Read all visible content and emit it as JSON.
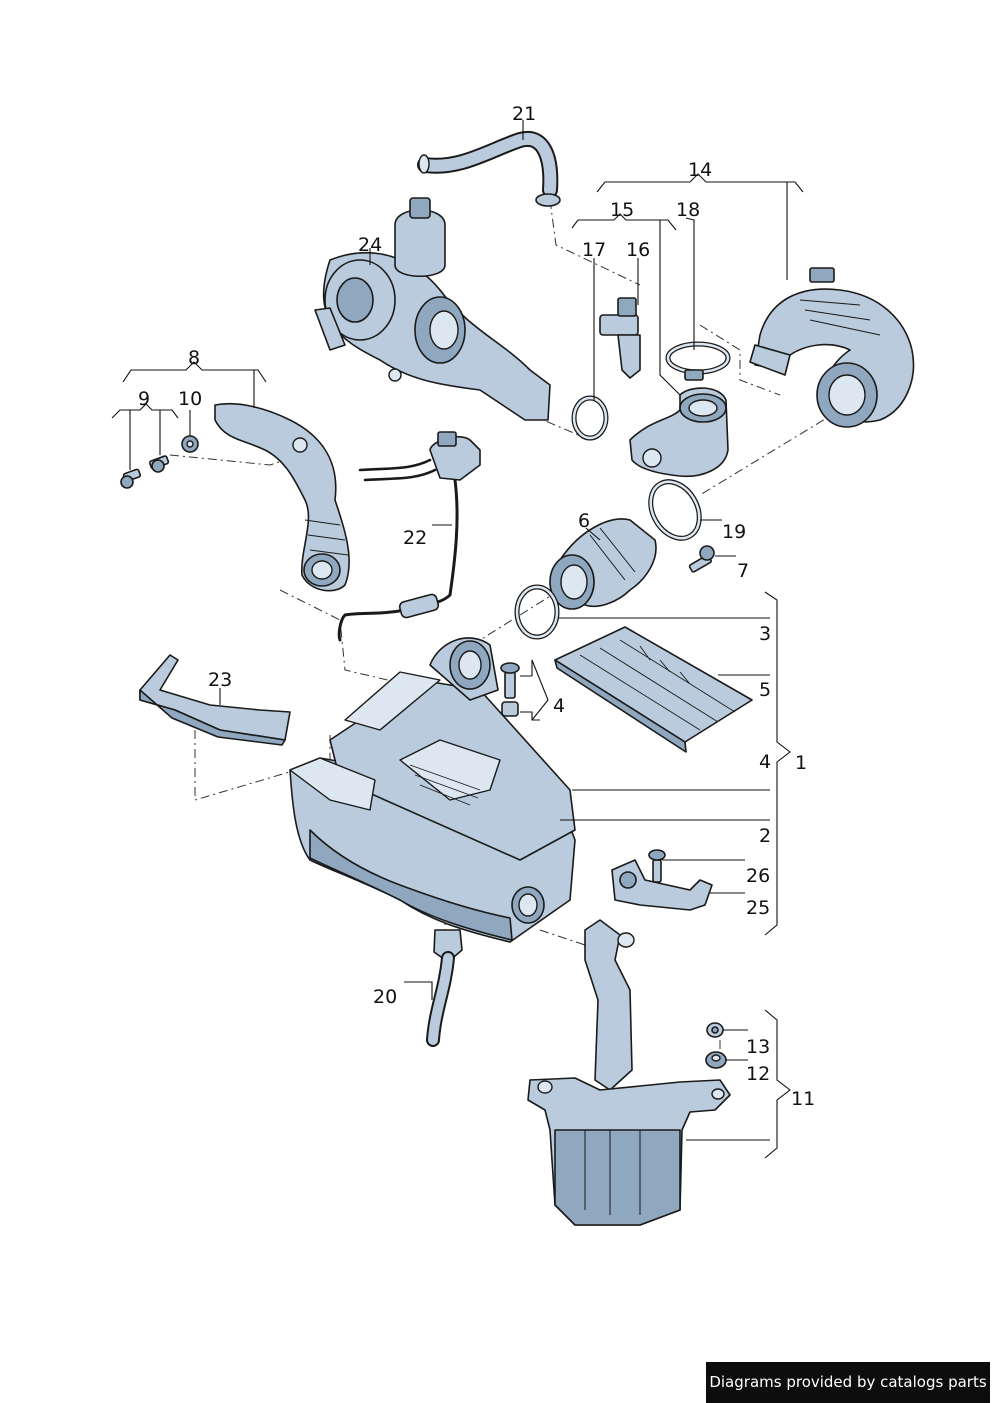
{
  "labels": {
    "p1": "1",
    "p2": "2",
    "p3": "3",
    "p4a": "4",
    "p4b": "4",
    "p5": "5",
    "p6": "6",
    "p7": "7",
    "p8": "8",
    "p9": "9",
    "p10": "10",
    "p11": "11",
    "p12": "12",
    "p13": "13",
    "p14": "14",
    "p15": "15",
    "p16": "16",
    "p17": "17",
    "p18": "18",
    "p19": "19",
    "p20": "20",
    "p21": "21",
    "p22": "22",
    "p23": "23",
    "p24": "24",
    "p25": "25",
    "p26": "26"
  },
  "footer": {
    "text": "Diagrams provided by catalogs parts"
  },
  "colors": {
    "part_fill": "#b9cbdc",
    "part_shade": "#8fa7bf",
    "part_light": "#dde7f1",
    "footer_bg": "#0d0d0d"
  }
}
